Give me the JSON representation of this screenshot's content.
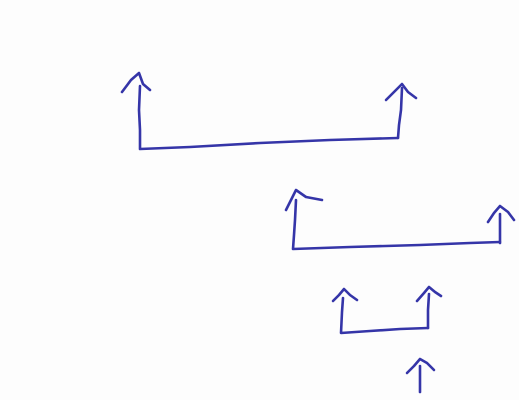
{
  "diagram": {
    "kind": "hand-drawn arrow tree",
    "ink_color": "#3535a8",
    "paper_color": "#fdfdfd",
    "brackets": [
      {
        "id": "bracket-1",
        "arrows": 2
      },
      {
        "id": "bracket-2",
        "arrows": 2
      },
      {
        "id": "bracket-3",
        "arrows": 2
      }
    ],
    "standalone_arrows": 1,
    "text": []
  }
}
